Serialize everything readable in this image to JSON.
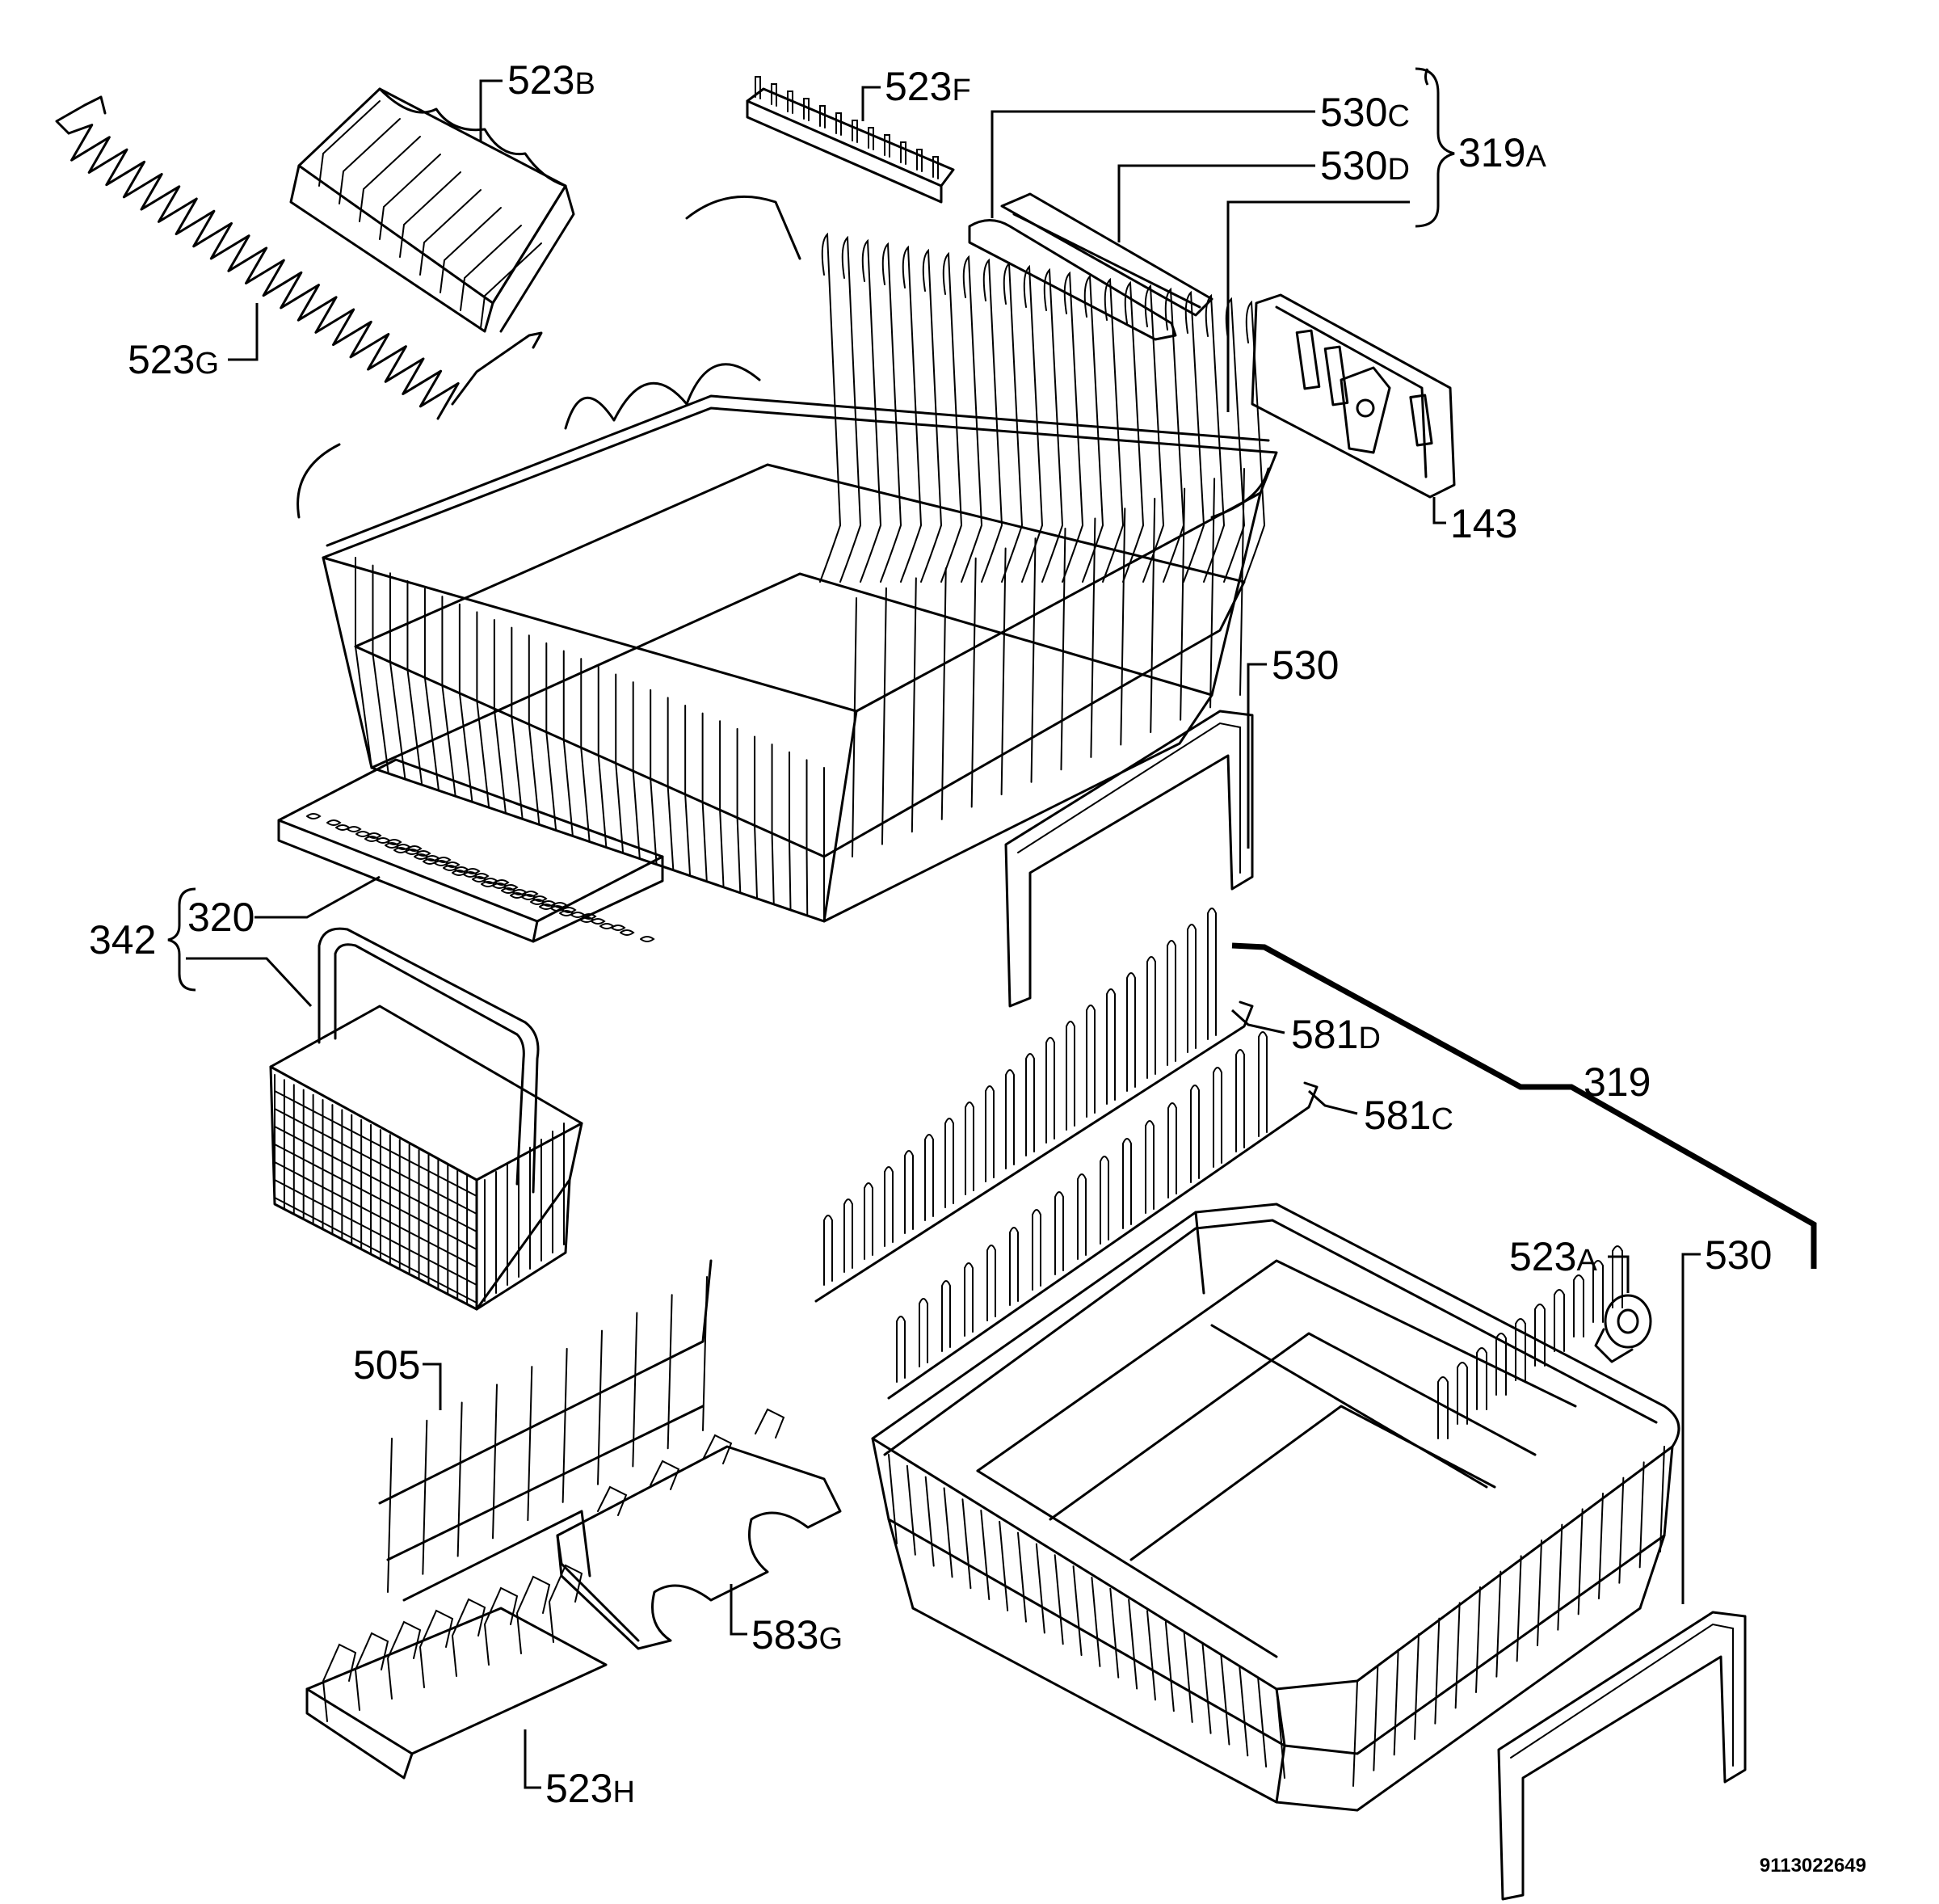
{
  "labels": {
    "l523B": {
      "num": "523",
      "sfx": "B"
    },
    "l523F": {
      "num": "523",
      "sfx": "F"
    },
    "l530C": {
      "num": "530",
      "sfx": "C"
    },
    "l530D": {
      "num": "530",
      "sfx": "D"
    },
    "l319A": {
      "num": "319",
      "sfx": "A"
    },
    "l523G": {
      "num": "523",
      "sfx": "G"
    },
    "l143": {
      "num": "143",
      "sfx": ""
    },
    "l530top": {
      "num": "530",
      "sfx": ""
    },
    "l342": {
      "num": "342",
      "sfx": ""
    },
    "l320": {
      "num": "320",
      "sfx": ""
    },
    "l581D": {
      "num": "581",
      "sfx": "D"
    },
    "l319": {
      "num": "319",
      "sfx": ""
    },
    "l581C": {
      "num": "581",
      "sfx": "C"
    },
    "l523A": {
      "num": "523",
      "sfx": "A"
    },
    "l530bot": {
      "num": "530",
      "sfx": ""
    },
    "l505": {
      "num": "505",
      "sfx": ""
    },
    "l583G": {
      "num": "583",
      "sfx": "G"
    },
    "l523H": {
      "num": "523",
      "sfx": "H"
    }
  },
  "drawing_code": "9113022649"
}
